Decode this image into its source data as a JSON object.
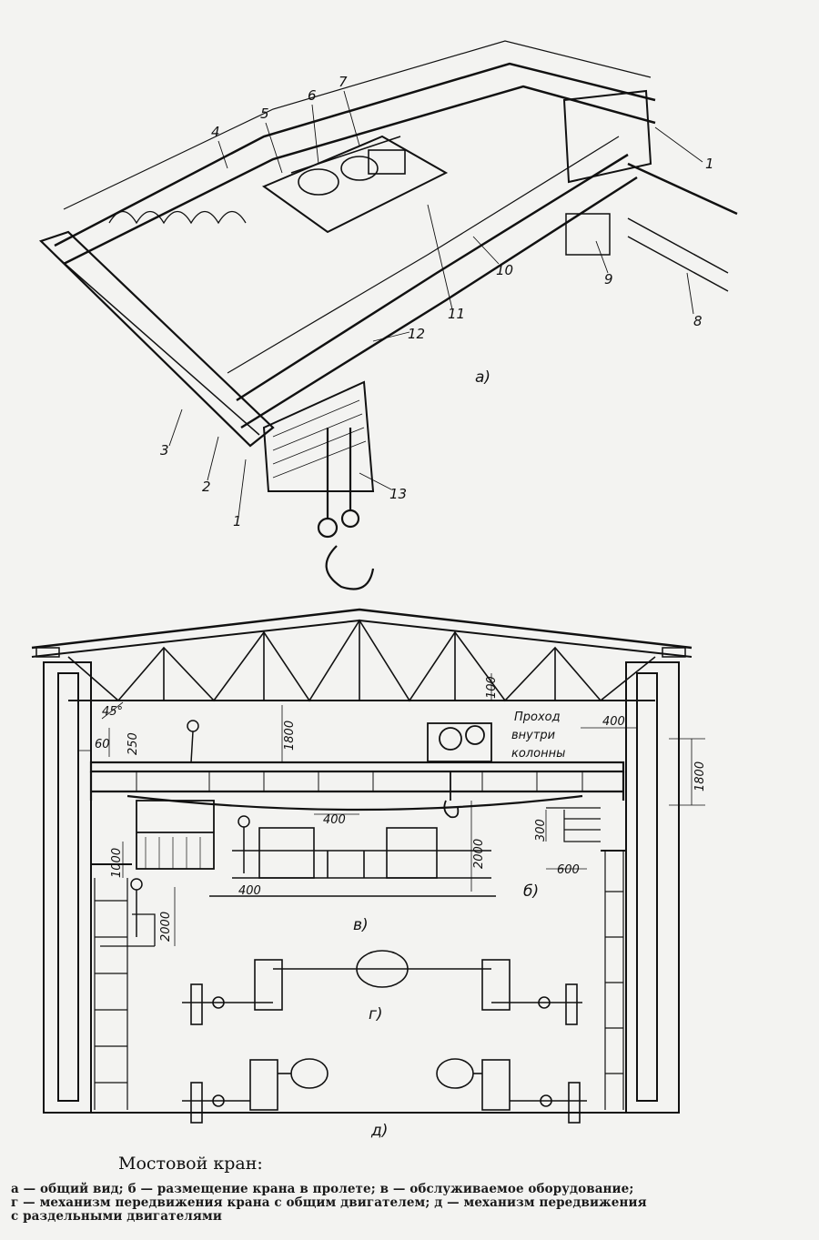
{
  "figure_a": {
    "callouts": [
      "1",
      "2",
      "3",
      "4",
      "5",
      "6",
      "7",
      "8",
      "9",
      "10",
      "11",
      "12",
      "13",
      "1"
    ],
    "sublabel": "а)"
  },
  "figure_b": {
    "dimensions": [
      "45°",
      "250",
      "60",
      "1800",
      "100",
      "400",
      "1800",
      "400",
      "2000",
      "300",
      "600",
      "1000",
      "2000",
      "400"
    ],
    "passage_note": [
      "Проход",
      "внутри",
      "колонны"
    ],
    "sublabels": {
      "b": "б)",
      "v": "в)",
      "g": "г)",
      "d": "д)"
    }
  },
  "caption": {
    "title": "Мостовой кран:",
    "lines": [
      "а — общий вид; б — размещение крана в пролете; в — обслуживаемое оборудование;",
      "г — механизм передвижения крана с общим двигателем; д — механизм передвижения",
      "с раздельными двигателями"
    ]
  }
}
